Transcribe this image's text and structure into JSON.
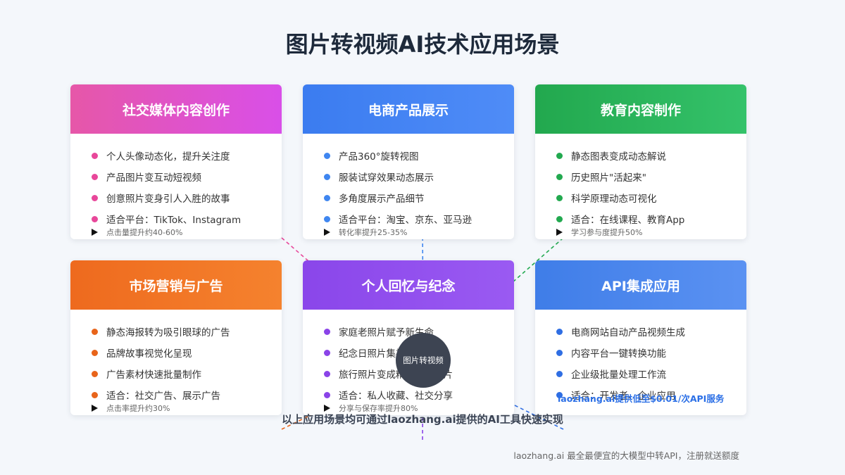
{
  "title": "图片转视频AI技术应用场景",
  "hub_label": "图片转视频",
  "bottom_note": "以上应用场景均可通过laozhang.ai提供的AI工具快速实现",
  "api_promo": "laozhang.ai提供低至$0.01/次API服务",
  "footer": "laozhang.ai 最全最便宜的大模型中转API，注册就送额度",
  "cards": [
    {
      "title": "社交媒体内容创作",
      "gradient": [
        "#e657a8",
        "#d94fe8"
      ],
      "dot": "#e8479a",
      "items": [
        "个人头像动态化，提升关注度",
        "产品图片变互动短视频",
        "创意照片变身引人入胜的故事",
        "适合平台：TikTok、Instagram"
      ],
      "stat": "点击量提升约40-60%"
    },
    {
      "title": "电商产品展示",
      "gradient": [
        "#3b7cf0",
        "#4f8cf7"
      ],
      "dot": "#3f86f0",
      "items": [
        "产品360°旋转视图",
        "服装试穿效果动态展示",
        "多角度展示产品细节",
        "适合平台：淘宝、京东、亚马逊"
      ],
      "stat": "转化率提升25-35%"
    },
    {
      "title": "教育内容制作",
      "gradient": [
        "#22a84e",
        "#34c26a"
      ],
      "dot": "#22a94f",
      "items": [
        "静态图表变成动态解说",
        "历史照片\"活起来\"",
        "科学原理动态可视化",
        "适合：在线课程、教育App"
      ],
      "stat": "学习参与度提升50%"
    },
    {
      "title": "市场营销与广告",
      "gradient": [
        "#ee6a1e",
        "#f5822e"
      ],
      "dot": "#e8641a",
      "items": [
        "静态海报转为吸引眼球的广告",
        "品牌故事视觉化呈现",
        "广告素材快速批量制作",
        "适合：社交广告、展示广告"
      ],
      "stat": "点击率提升约30%"
    },
    {
      "title": "个人回忆与纪念",
      "gradient": [
        "#8a46ea",
        "#9a5af2"
      ],
      "dot": "#8a43e8",
      "items": [
        "家庭老照片赋予新生命",
        "纪念日照片集视频化",
        "旅行照片变成精彩回顾短片",
        "适合：私人收藏、社交分享"
      ],
      "stat": "分享与保存率提升80%"
    },
    {
      "title": "API集成应用",
      "gradient": [
        "#3f7de8",
        "#5b92f2"
      ],
      "dot": "#2f6ee3",
      "items": [
        "电商网站自动产品视频生成",
        "内容平台一键转换功能",
        "企业级批量处理工作流",
        "适合：开发者、企业应用"
      ],
      "stat": ""
    }
  ],
  "connector_colors": [
    "#e8479a",
    "#3f86f0",
    "#22a94f",
    "#e8641a",
    "#8a43e8",
    "#2f6ee3"
  ]
}
